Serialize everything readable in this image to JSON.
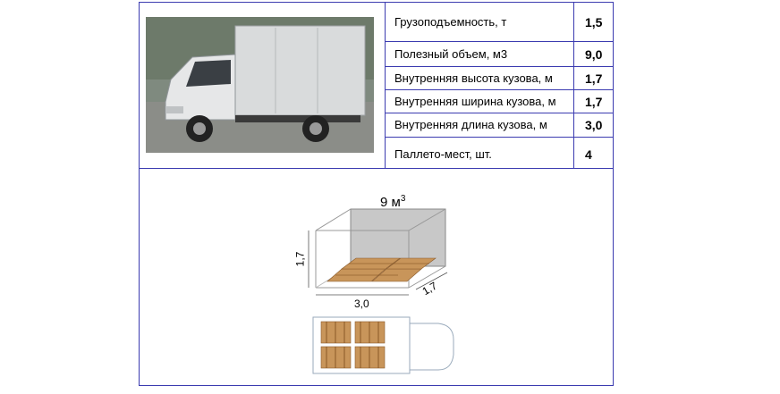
{
  "specs": [
    {
      "label": "Грузоподъемность, т",
      "value": "1,5"
    },
    {
      "label": "Полезный объем, м3",
      "value": "9,0"
    },
    {
      "label": "Внутренняя высота кузова, м",
      "value": "1,7"
    },
    {
      "label": "Внутренняя ширина кузова, м",
      "value": "1,7"
    },
    {
      "label": "Внутренняя длина кузова, м",
      "value": "3,0"
    },
    {
      "label": "Паллето-мест, шт.",
      "value": "4"
    }
  ],
  "diagram": {
    "volume_number": "9 м",
    "volume_sup": "3",
    "height_label": "1,7",
    "length_label": "3,0",
    "width_label": "1,7"
  },
  "colors": {
    "border": "#3b3bb0",
    "pallet": "#c8955a",
    "back_wall": "#c8c8c8"
  }
}
